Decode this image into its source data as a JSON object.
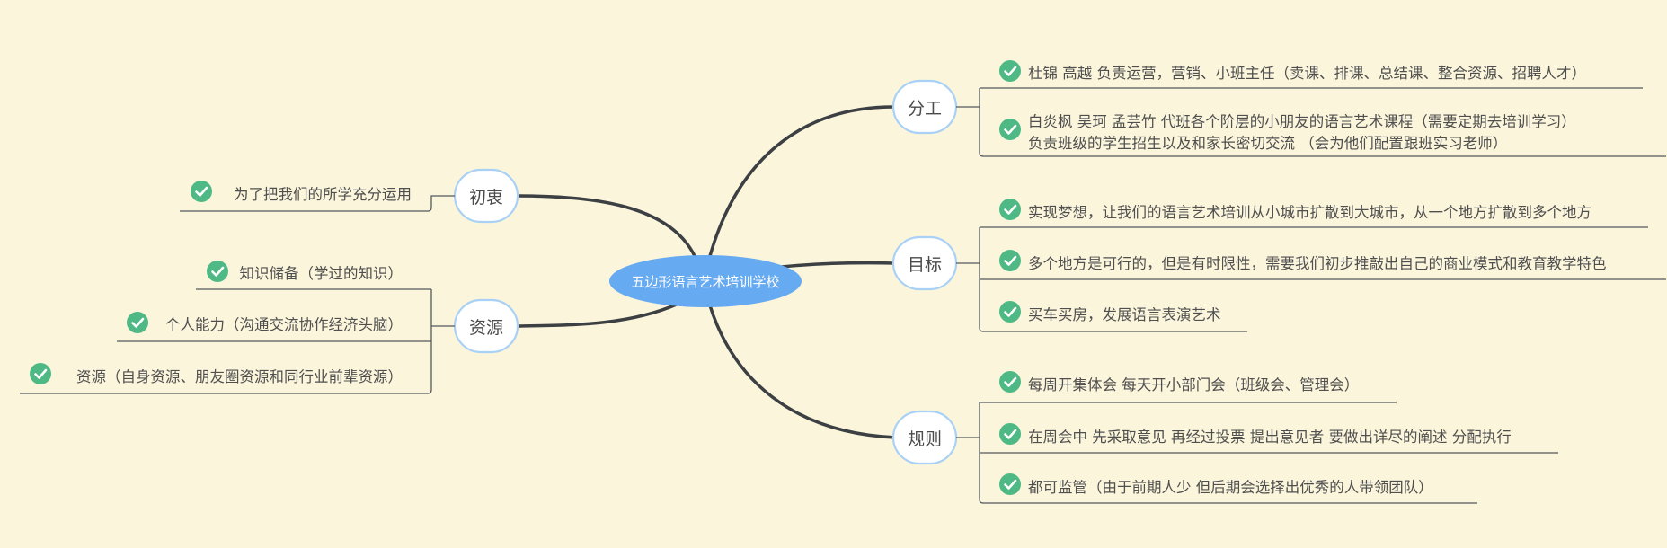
{
  "center": {
    "label": "五边形语言艺术培训学校"
  },
  "topics": {
    "fengong": {
      "label": "分工",
      "items": [
        {
          "lines": [
            "杜锦 高越 负责运营，营销、小班主任（卖课、排课、总结课、整合资源、招聘人才）"
          ],
          "icon": "check-icon"
        },
        {
          "lines": [
            "白炎枫 吴珂 孟芸竹 代班各个阶层的小朋友的语言艺术课程（需要定期去培训学习）",
            " 负责班级的学生招生以及和家长密切交流 （会为他们配置跟班实习老师）"
          ],
          "icon": "check-icon"
        }
      ]
    },
    "mubiao": {
      "label": "目标",
      "items": [
        {
          "lines": [
            "实现梦想，让我们的语言艺术培训从小城市扩散到大城市，从一个地方扩散到多个地方"
          ],
          "icon": "check-icon"
        },
        {
          "lines": [
            "多个地方是可行的，但是有时限性，需要我们初步推敲出自己的商业模式和教育教学特色"
          ],
          "icon": "check-icon"
        },
        {
          "lines": [
            "买车买房，发展语言表演艺术"
          ],
          "icon": "check-icon"
        }
      ]
    },
    "guize": {
      "label": "规则",
      "items": [
        {
          "lines": [
            "每周开集体会 每天开小部门会（班级会、管理会）"
          ],
          "icon": "check-icon"
        },
        {
          "lines": [
            "在周会中 先采取意见 再经过投票 提出意见者 要做出详尽的阐述 分配执行"
          ],
          "icon": "check-icon"
        },
        {
          "lines": [
            "都可监管（由于前期人少 但后期会选择出优秀的人带领团队）"
          ],
          "icon": "check-icon"
        }
      ]
    },
    "chuzhong": {
      "label": "初衷",
      "items": [
        {
          "lines": [
            "为了把我们的所学充分运用"
          ],
          "icon": "check-icon"
        }
      ]
    },
    "ziyuan": {
      "label": "资源",
      "items": [
        {
          "lines": [
            "知识储备（学过的知识）"
          ],
          "icon": "check-icon"
        },
        {
          "lines": [
            "个人能力（沟通交流协作经济头脑）"
          ],
          "icon": "check-icon"
        },
        {
          "lines": [
            "资源（自身资源、朋友圈资源和同行业前辈资源）"
          ],
          "icon": "check-icon"
        }
      ]
    }
  },
  "colors": {
    "background": "#fbf5dc",
    "center_fill": "#66aaf1",
    "topic_border": "#a9d0f5",
    "branch_line": "#3c4043",
    "check_green": "#4fb985"
  }
}
